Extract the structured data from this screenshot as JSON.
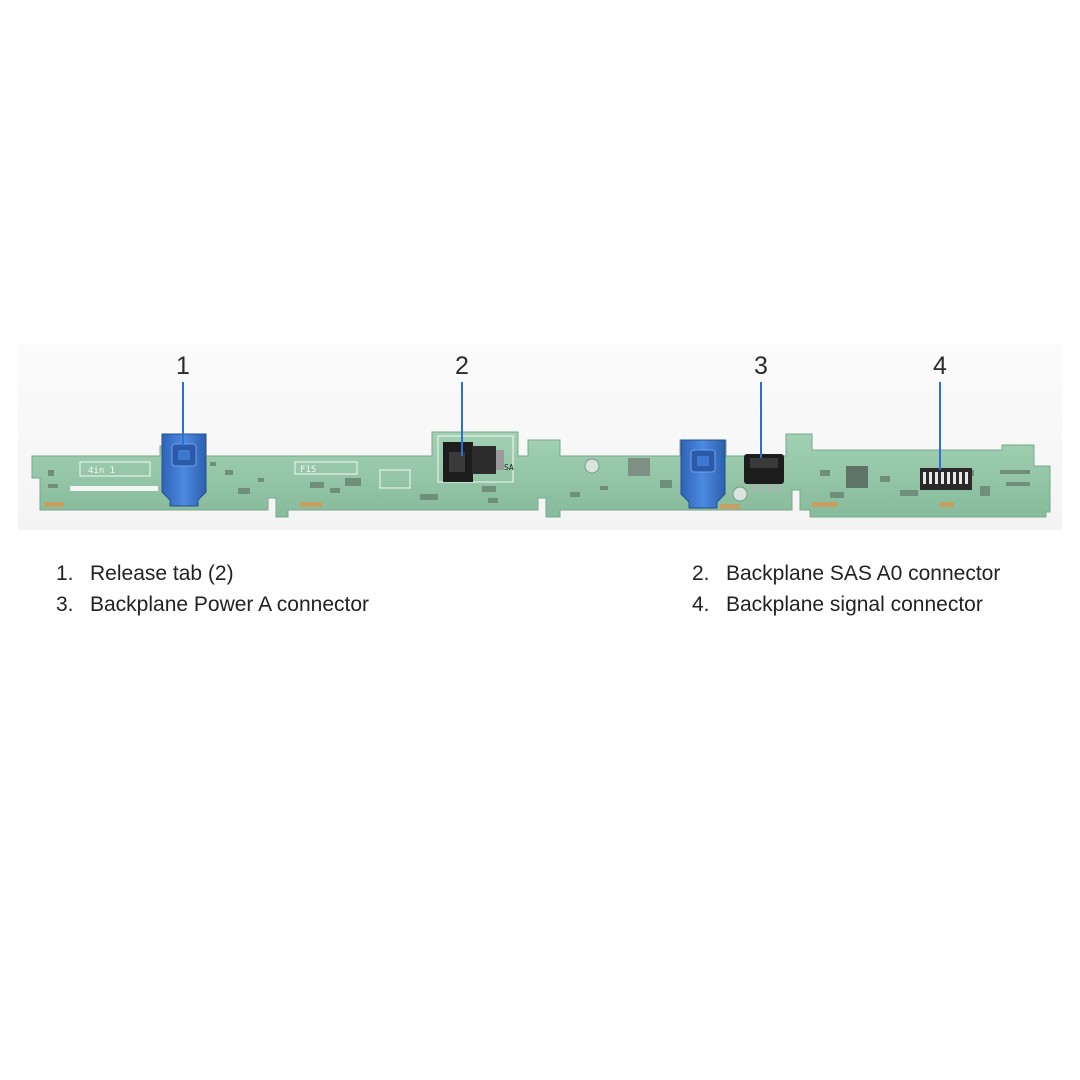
{
  "callouts": [
    {
      "number": "1"
    },
    {
      "number": "2"
    },
    {
      "number": "3"
    },
    {
      "number": "4"
    }
  ],
  "legend": [
    {
      "number": "1.",
      "label": "Release tab (2)"
    },
    {
      "number": "2.",
      "label": "Backplane SAS A0 connector"
    },
    {
      "number": "3.",
      "label": "Backplane Power A connector"
    },
    {
      "number": "4.",
      "label": "Backplane signal connector"
    }
  ],
  "board": {
    "silkscreen": [
      "4in 1",
      "F1S",
      "SA"
    ]
  },
  "colors": {
    "board_green": "#93c6a7",
    "release_tab_blue": "#3f78cf",
    "connector_black": "#1d1d1d",
    "callout_line": "#2c6fd6"
  }
}
